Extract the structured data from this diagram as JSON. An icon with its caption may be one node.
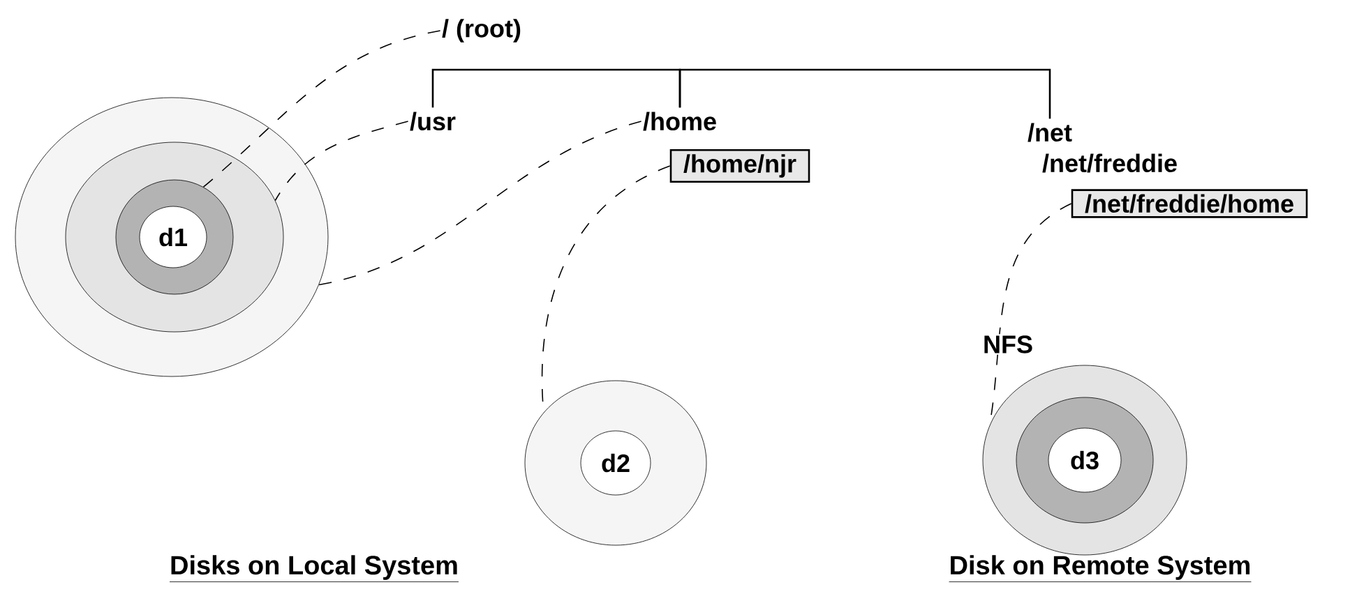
{
  "diagram": {
    "nodes": [
      {
        "text": [
          "/ (root)"
        ]
      },
      {
        "text": [
          "/usr"
        ]
      },
      {
        "text": [
          "/home"
        ]
      },
      {
        "text": [
          "/home/njr"
        ]
      },
      {
        "text": [
          "/net"
        ]
      },
      {
        "text": [
          "/net/freddie"
        ]
      },
      {
        "text": [
          "/net/freddie/home"
        ]
      },
      {
        "text": [],
        "shape": "circle"
      },
      {
        "text": [],
        "shape": "circle",
        "in": 7
      },
      {
        "text": [],
        "shape": "circle",
        "in": 8
      },
      {
        "text": [
          "d1"
        ],
        "in": 9
      },
      {
        "text": [],
        "shape": "circle"
      },
      {
        "text": [
          "d2"
        ],
        "in": 11
      },
      {
        "text": [],
        "shape": "circle"
      },
      {
        "text": [],
        "shape": "circle",
        "in": 13
      },
      {
        "text": [
          "d3"
        ],
        "in": 14
      }
    ],
    "edges": [
      {
        "from": 1,
        "to": 2,
        "arrow": "none"
      },
      {
        "from": 2,
        "to": 4,
        "arrow": "none"
      },
      {
        "from": 0,
        "to": 9,
        "arrow": "none",
        "style": "dashed"
      },
      {
        "from": 1,
        "to": 8,
        "arrow": "none",
        "style": "dashed"
      },
      {
        "from": 2,
        "to": 7,
        "arrow": "none",
        "style": "dashed"
      },
      {
        "from": 3,
        "to": 11,
        "arrow": "none",
        "style": "dashed"
      },
      {
        "from": 6,
        "to": 13,
        "arrow": "none",
        "style": "dashed",
        "label": "NFS"
      }
    ],
    "labels": [
      "Disks on Local System",
      "Disk on Remote System"
    ]
  }
}
